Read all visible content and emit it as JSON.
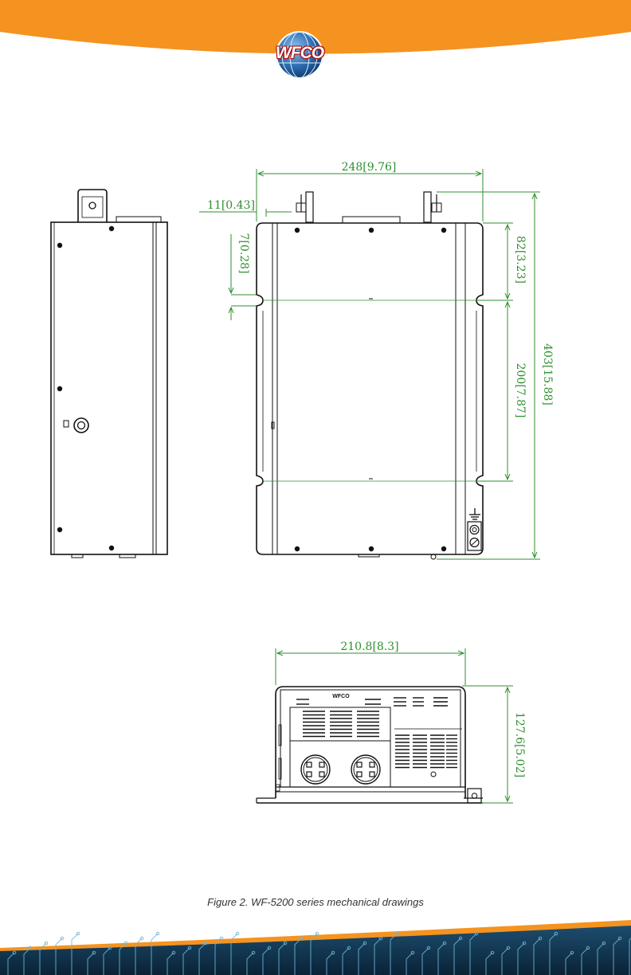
{
  "header": {
    "logo_text": "WFCO",
    "brand_color": "#f4931f",
    "logo_icon": "wfco-globe-icon"
  },
  "drawings": {
    "side_view": {
      "ground_symbol": "ground-icon"
    },
    "top_view": {
      "width_overall": "248[9.76]",
      "tab_offset": "11[0.43]",
      "slot_height": "7[0.28]",
      "top_to_slot": "82[3.23]",
      "slot_spacing": "200[7.87]",
      "height_overall": "403[15.88]"
    },
    "front_view": {
      "brand_label": "WFCO",
      "width_overall": "210.8[8.3]",
      "height_overall": "127.6[5.02]"
    }
  },
  "caption": "Figure 2. WF-5200 series mechanical drawings",
  "footer": {
    "background_color": "#0d2b45",
    "trace_color": "#6fb7d8"
  }
}
